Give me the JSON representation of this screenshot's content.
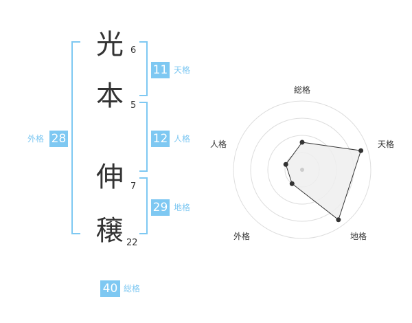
{
  "name": {
    "chars": [
      {
        "char": "光",
        "strokes": "6"
      },
      {
        "char": "本",
        "strokes": "5"
      },
      {
        "char": "伸",
        "strokes": "7"
      },
      {
        "char": "穣",
        "strokes": "22"
      }
    ]
  },
  "kaku": {
    "gaikaku": {
      "value": "28",
      "label": "外格"
    },
    "tenkaku": {
      "value": "11",
      "label": "天格"
    },
    "jinkaku": {
      "value": "12",
      "label": "人格"
    },
    "chikaku": {
      "value": "29",
      "label": "地格"
    },
    "soukaku": {
      "value": "40",
      "label": "総格"
    }
  },
  "colors": {
    "accent": "#7ec8f2",
    "text": "#333333",
    "radar_fill": "#eeeeee"
  },
  "chart_data": {
    "type": "radar",
    "axes": [
      "総格",
      "天格",
      "地格",
      "外格",
      "人格"
    ],
    "values": [
      0.4,
      0.9,
      0.9,
      0.25,
      0.25
    ],
    "range": [
      0,
      1
    ],
    "rings": 4
  }
}
